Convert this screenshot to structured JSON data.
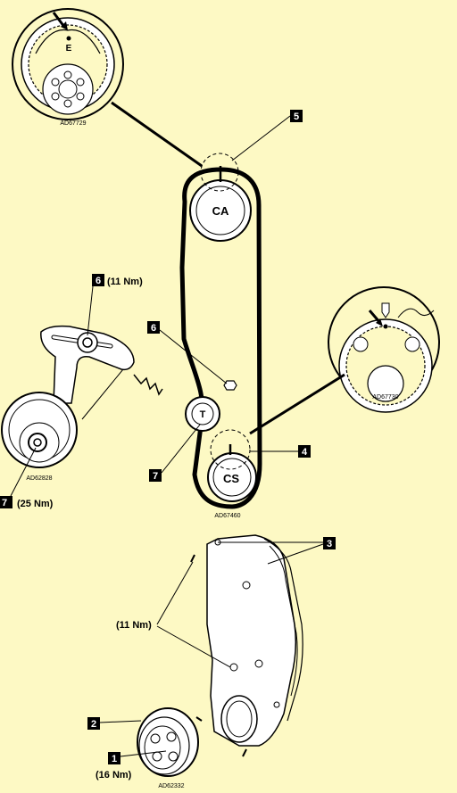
{
  "callouts": {
    "c1": "1",
    "c2": "2",
    "c3": "3",
    "c4": "4",
    "c5": "5",
    "c6_top": "6",
    "c6_mid": "6",
    "c7_left": "7",
    "c7_mid": "7"
  },
  "torques": {
    "tensioner_bolt": "(11 Nm)",
    "tensioner_pulley": "(25 Nm)",
    "cover_bolts": "(11 Nm)",
    "crank_pulley": "(16 Nm)"
  },
  "pulley_labels": {
    "camshaft": "CA",
    "crankshaft": "CS",
    "tensioner": "T"
  },
  "timing_marks": {
    "camshaft_mark": "E"
  },
  "figure_codes": {
    "cam_detail": "AD67729",
    "crank_detail": "AD67730",
    "belt_layout": "AD67460",
    "tensioner": "AD62828",
    "cover": "AD62332"
  },
  "colors": {
    "background": "#fdf9c4",
    "ink": "#000000"
  }
}
